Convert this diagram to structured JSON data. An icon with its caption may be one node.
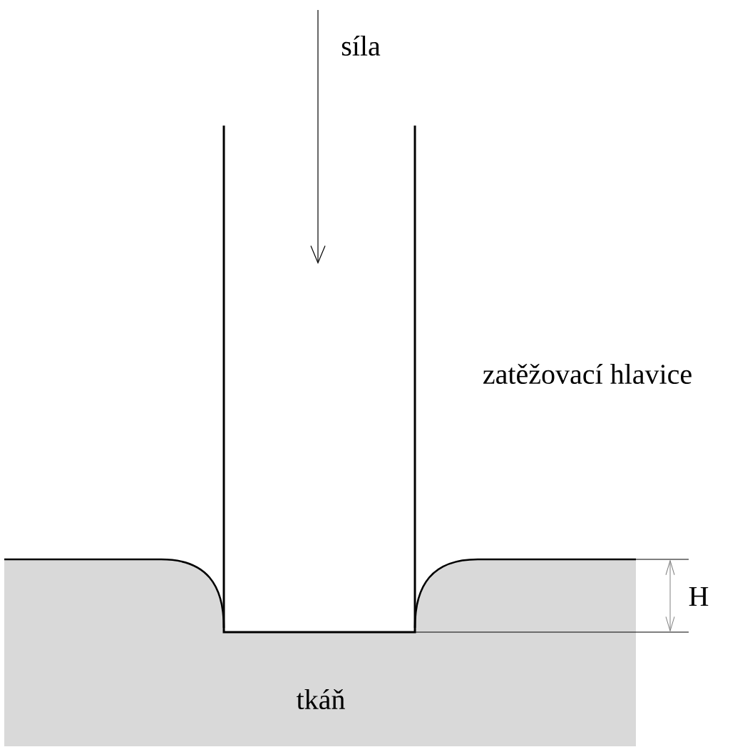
{
  "diagram": {
    "nodes": [
      {
        "text": [
          "tkáň"
        ]
      }
    ],
    "labels": [
      "síla",
      "zatěžovací hlavice",
      "H"
    ]
  }
}
